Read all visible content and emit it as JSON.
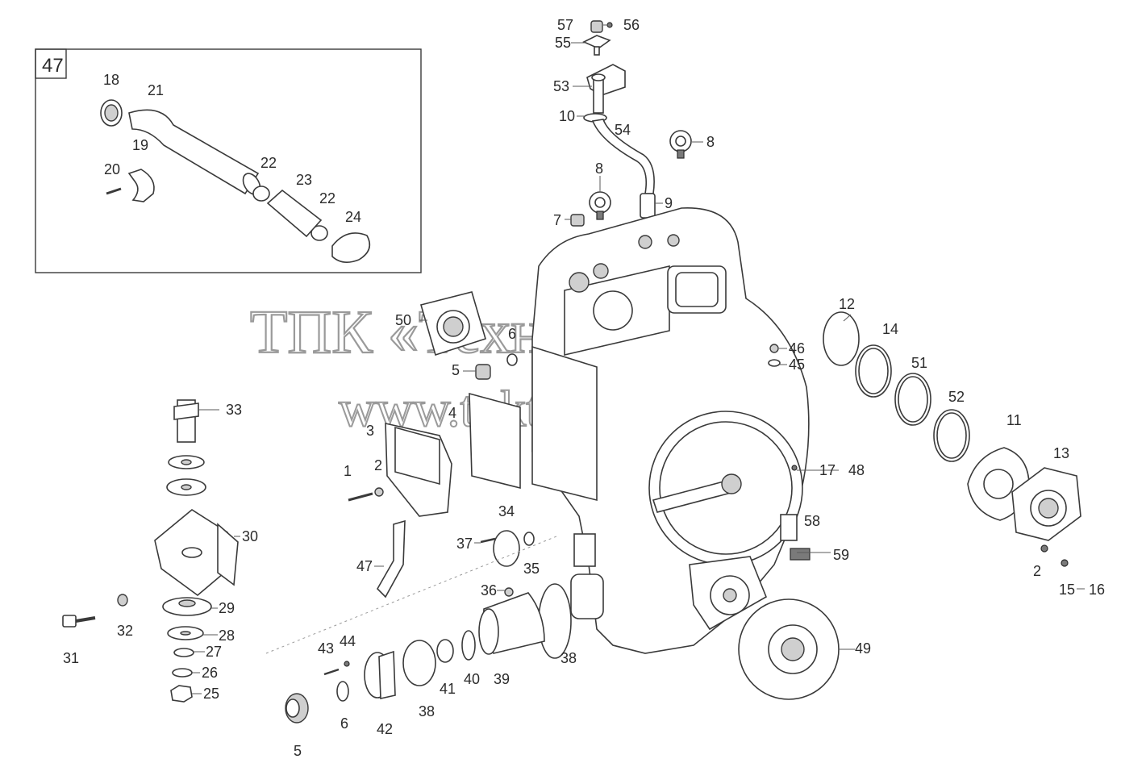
{
  "inset": {
    "number": "47"
  },
  "watermark": {
    "line1": "ТПК «Техно-Сиб»",
    "line2": "www.tpkts.ru"
  },
  "callouts": [
    "18",
    "21",
    "19",
    "20",
    "22",
    "23",
    "22",
    "24",
    "57",
    "56",
    "55",
    "53",
    "10",
    "54",
    "8",
    "8",
    "7",
    "9",
    "12",
    "14",
    "46",
    "45",
    "51",
    "52",
    "11",
    "13",
    "2",
    "15",
    "16",
    "50",
    "6",
    "5",
    "3",
    "4",
    "1",
    "2",
    "33",
    "30",
    "29",
    "28",
    "27",
    "26",
    "25",
    "31",
    "32",
    "34",
    "37",
    "35",
    "47",
    "36",
    "38",
    "39",
    "40",
    "41",
    "38",
    "42",
    "43",
    "44",
    "6",
    "5",
    "17",
    "48",
    "58",
    "59",
    "49"
  ]
}
